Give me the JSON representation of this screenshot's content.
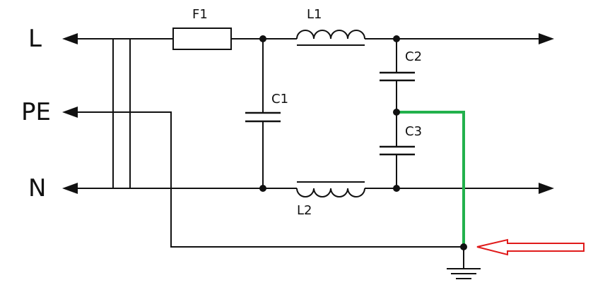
{
  "terminals": {
    "line": "L",
    "protective_earth": "PE",
    "neutral": "N"
  },
  "components": {
    "fuse": "F1",
    "inductor_line": "L1",
    "inductor_neutral": "L2",
    "cap_x": "C1",
    "cap_y_top": "C2",
    "cap_y_bottom": "C3"
  },
  "colors": {
    "wire": "#111111",
    "highlight_wire": "#22b14c",
    "arrow_outline": "#e01b1b",
    "background": "#ffffff"
  }
}
